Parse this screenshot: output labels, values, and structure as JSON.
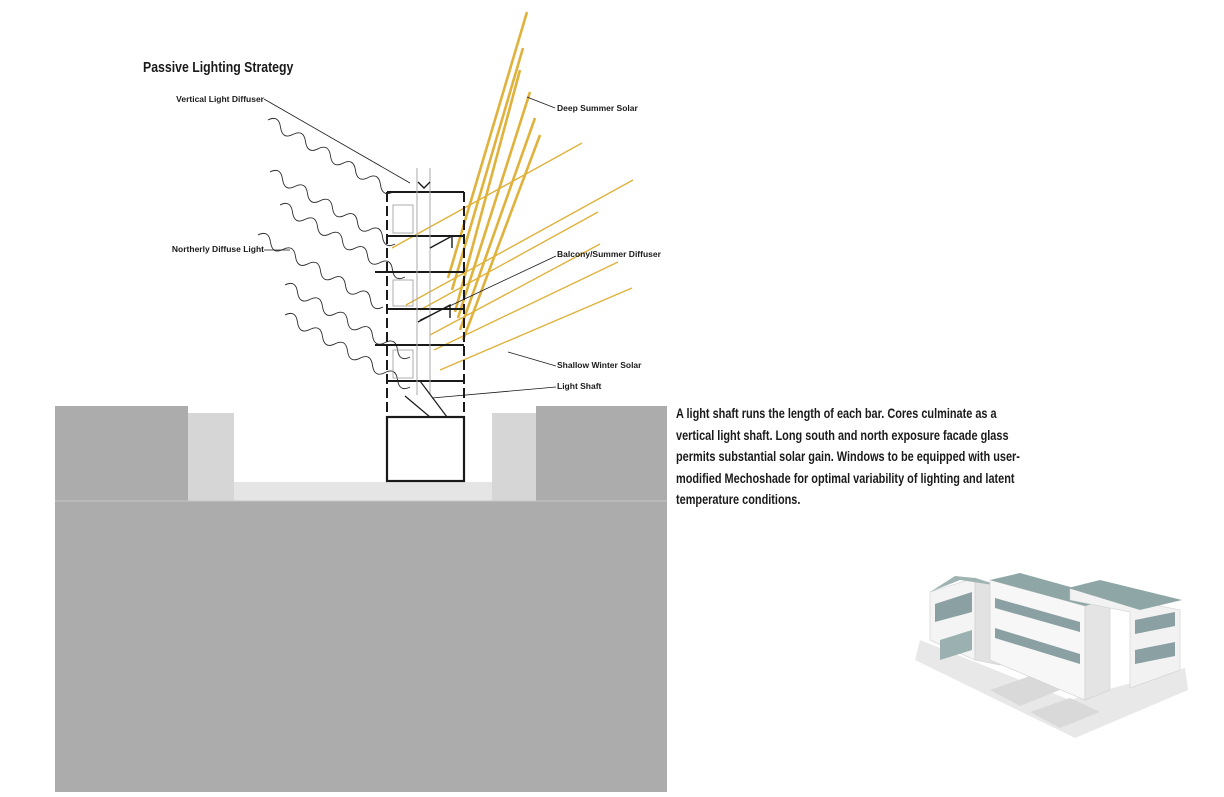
{
  "title": "Passive Lighting Strategy",
  "labels": {
    "vertical_light_diffuser": "Vertical Light Diffuser",
    "deep_summer_solar": "Deep Summer Solar",
    "northerly_diffuse_light": "Northerly Diffuse Light",
    "balcony_summer_diffuser": "Balcony/Summer Diffuser",
    "shallow_winter_solar": "Shallow Winter Solar",
    "light_shaft": "Light Shaft"
  },
  "description": [
    "A light shaft runs the length of each bar.  Cores culminate as a",
    "vertical light shaft.  Long south and north exposure facade glass",
    "permits substantial solar gain. Windows to be equipped with user-",
    "modified Mechoshade for optimal variability of lighting and latent",
    "temperature conditions."
  ],
  "colors": {
    "ground": "#adacad",
    "courtyard_wall": "#d7d6d6",
    "courtyard_floor": "#e6e5e5",
    "solar_ray": "#e0b23c",
    "line": "#1a1a1a"
  }
}
